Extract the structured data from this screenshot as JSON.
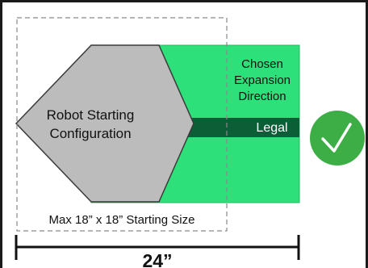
{
  "colors": {
    "border": "#1a1a1a",
    "expansion_zone": "#2ee07a",
    "legal_bar": "#0b5e36",
    "robot_fill": "#bcbcbc",
    "robot_stroke": "#3a3a3a",
    "dashed_box": "#8a8a8a",
    "check_circle": "#3cae45",
    "check_mark": "#ffffff",
    "text": "#111111",
    "legal_text": "#ffffff"
  },
  "labels": {
    "expansion_direction": [
      "Chosen",
      "Expansion",
      "Direction"
    ],
    "legal": "Legal",
    "robot_config": [
      "Robot Starting",
      "Configuration"
    ],
    "max_size": "Max 18” x 18” Starting Size",
    "dimension": "24”"
  },
  "icons": {
    "status": "checkmark-circle-icon"
  }
}
